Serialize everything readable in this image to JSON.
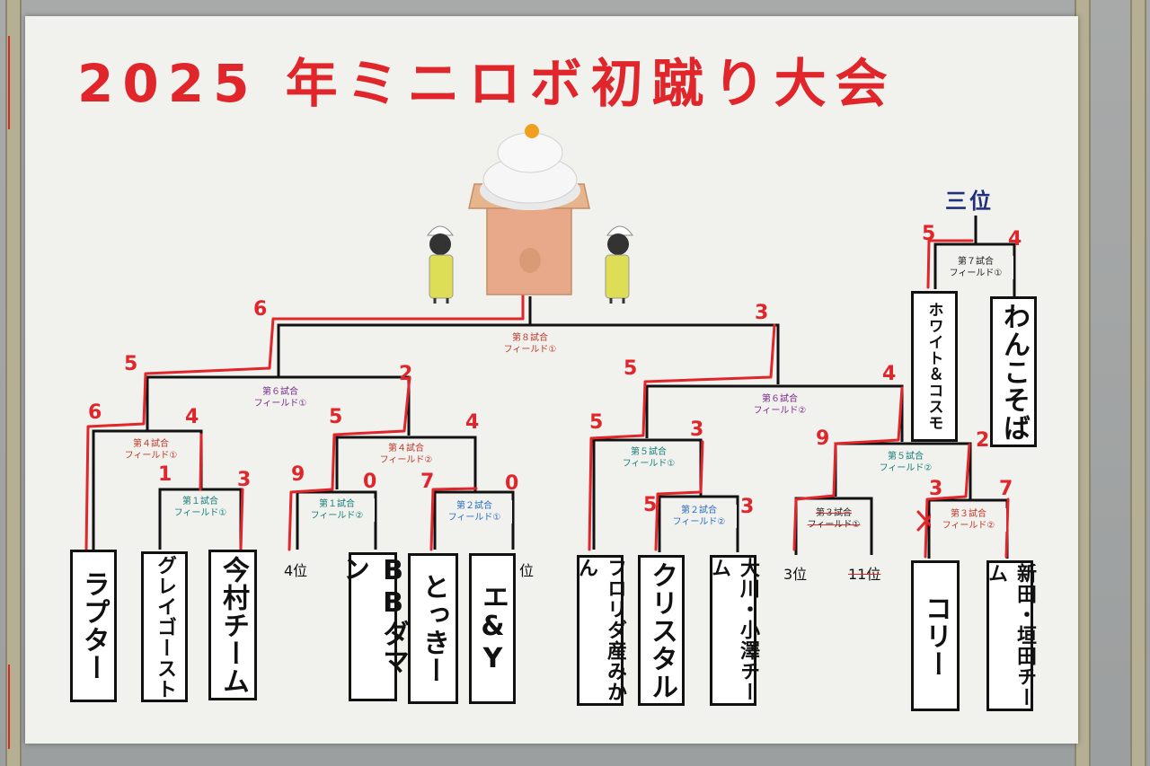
{
  "title": "2025 年ミニロボ初蹴り大会",
  "third_place_label": "三位",
  "teams": {
    "raptor": "ラプター",
    "greyghost": "グレイゴースト",
    "imamura": "今村チーム",
    "bbdaman": "BBダマン",
    "tokki": "とっきー",
    "eandy": "エ&Y",
    "florida": "フロリダ産みかん",
    "crystal": "クリスタル",
    "okawa": "大川・小澤チーム",
    "colley": "コリー",
    "nitta": "新田・垣田チーム",
    "white": "ホワイト＆コスモ",
    "wanko": "わんこそば"
  },
  "matches": {
    "m8": {
      "name": "第８試合",
      "field": "フィールド①"
    },
    "m6a": {
      "name": "第６試合",
      "field": "フィールド①"
    },
    "m6b": {
      "name": "第６試合",
      "field": "フィールド②"
    },
    "m4a": {
      "name": "第４試合",
      "field": "フィールド①"
    },
    "m4b": {
      "name": "第４試合",
      "field": "フィールド②"
    },
    "m1a": {
      "name": "第１試合",
      "field": "フィールド①"
    },
    "m1b": {
      "name": "第１試合",
      "field": "フィールド②"
    },
    "m2a": {
      "name": "第２試合",
      "field": "フィールド①"
    },
    "m5a": {
      "name": "第５試合",
      "field": "フィールド①"
    },
    "m2b": {
      "name": "第２試合",
      "field": "フィールド②"
    },
    "m5b": {
      "name": "第５試合",
      "field": "フィールド②"
    },
    "m3a": {
      "name": "第３試合",
      "field": "フィールド①"
    },
    "m3b": {
      "name": "第３試合",
      "field": "フィールド②"
    },
    "m7": {
      "name": "第７試合",
      "field": "フィールド①"
    }
  },
  "scores": {
    "final_left": "6",
    "final_right": "3",
    "sf_left_a": "5",
    "sf_left_b": "2",
    "sf_right_a": "5",
    "sf_right_b": "4",
    "q1_a": "6",
    "q1_b": "4",
    "q2_a": "5",
    "q2_b": "4",
    "q3_a": "5",
    "q3_b": "3",
    "q4_a": "9",
    "q4_b": "2",
    "r1_a": "1",
    "r1_b": "3",
    "r2_a": "9",
    "r2_b": "0",
    "r3_a": "7",
    "r3_b": "0",
    "r4_a": "5",
    "r4_b": "3",
    "r5_b": "7",
    "r5_a": "3",
    "m7_a": "5",
    "m7_b": "4"
  },
  "places": {
    "fourth": "4位",
    "right_cut": "位",
    "third": "3位",
    "eleventh": "11位"
  },
  "colors": {
    "title": "#e0262a",
    "winner_line": "#e0262a",
    "bracket": "#111111"
  }
}
